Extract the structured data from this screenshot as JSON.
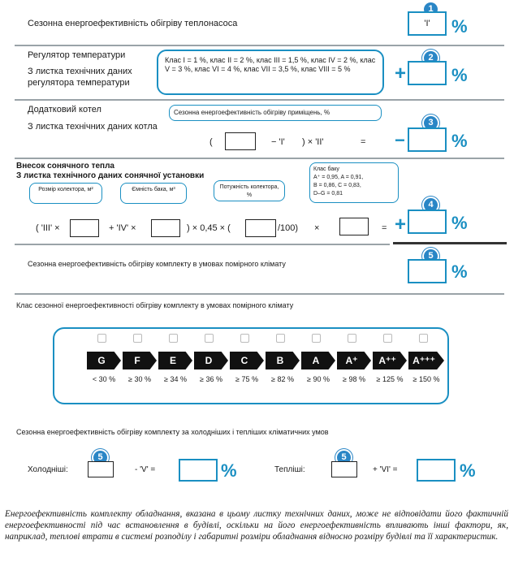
{
  "section1": {
    "label": "Сезонна енергоефективність обігріву теплонасоса",
    "box_value": "'I'",
    "badge": "1",
    "percent": "%"
  },
  "section2": {
    "line1": "Регулятор температури",
    "line2": "З листка технічних даних",
    "line3": "регулятора температури",
    "classes": "Клас I = 1 %, клас II = 2 %, клас III = 1,5 %, клас IV = 2 %, клас V = 3 %, клас VI = 4 %, клас VII = 3,5 %, клас VIII = 5 %",
    "plus": "+",
    "badge": "2",
    "percent": "%"
  },
  "section3": {
    "line1": "Додатковий котел",
    "line2": "З листка технічних даних котла",
    "bubble": "Сезонна енергоефективність обігріву приміщень, %",
    "open_paren": "(",
    "minus_I": "− 'I'",
    "close_times": ")  ×  'II'",
    "equals": "=",
    "minus": "−",
    "badge": "3",
    "percent": "%"
  },
  "section4": {
    "line1": "Внесок сонячного тепла",
    "line2": "З листка технічного даних сонячної установки",
    "bubble1": "Розмір колектора, м²",
    "bubble2": "Ємність бака, м³",
    "bubble3": "Потужність колектора, %",
    "tank_title": "Клас баку",
    "tank_l1": "A⁺ = 0,95, A = 0,91,",
    "tank_l2": "B = 0,86, C = 0,83,",
    "tank_l3": "D–G = 0,81",
    "f_start": "( 'III' ×",
    "f_plus_iv": "+  'IV' ×",
    "f_mid": ")  × 0,45 × (",
    "f_end": "/100)",
    "f_times": "×",
    "f_eq": "=",
    "plus": "+",
    "badge": "4",
    "percent": "%"
  },
  "section5": {
    "label": "Сезонна енергоефективність  обігріву  комплекту  в умовах помірного клімату",
    "badge": "5",
    "percent": "%"
  },
  "class_title": "Клас сезонної енергоефективності  обігріву  комплекту  в умовах помірного  клімату",
  "classes": [
    {
      "label": "G",
      "threshold": "< 30 %"
    },
    {
      "label": "F",
      "threshold": "≥ 30 %"
    },
    {
      "label": "E",
      "threshold": "≥ 34 %"
    },
    {
      "label": "D",
      "threshold": "≥ 36 %"
    },
    {
      "label": "C",
      "threshold": "≥ 75 %"
    },
    {
      "label": "B",
      "threshold": "≥ 82 %"
    },
    {
      "label": "A",
      "threshold": "≥ 90 %"
    },
    {
      "label": "A⁺",
      "threshold": "≥ 98 %"
    },
    {
      "label": "A⁺⁺",
      "threshold": "≥ 125 %"
    },
    {
      "label": "A⁺⁺⁺",
      "threshold": "≥ 150 %"
    }
  ],
  "climate": {
    "title": "Сезонна енергоефективність  обігріву  комплекту  за холодніших  і тепліших  кліматичних  умов",
    "colder": "Холодніші:",
    "warmer": "Тепліші:",
    "minus_V": "- 'V'  =",
    "plus_VI": "+  'VI'  =",
    "badge": "5",
    "percent": "%"
  },
  "footnote": "Енергоефективність  комплекту  обладнання,  вказана  в  цьому  листку  технічних  даних,  може  не відповідати  його  фактичній  енергоефективності  під  час  встановлення  в  будівлі,  оскільки  на  його енергоефективність  впливають  інші  фактори,  як,  наприклад,  теплові  втрати  в  системі  розподілу  і габаритні розміри обладнання відносно  розміру будівлі та її характеристик.",
  "colors": {
    "accent": "#1a8fc2",
    "badge": "#2a86c6",
    "separator": "#9aa3a8",
    "arrow": "#111111"
  }
}
